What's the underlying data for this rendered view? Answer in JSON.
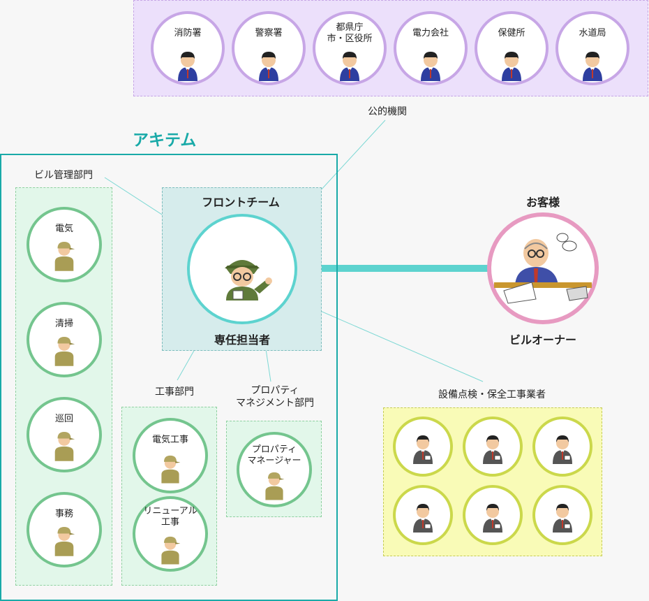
{
  "public_orgs": {
    "label": "公的機関",
    "members": [
      {
        "name": "消防署"
      },
      {
        "name": "警察署"
      },
      {
        "name": "都県庁\n市・区役所"
      },
      {
        "name": "電力会社"
      },
      {
        "name": "保健所"
      },
      {
        "name": "水道局"
      }
    ]
  },
  "company": {
    "name": "アキテム"
  },
  "building_mgmt": {
    "label": "ビル管理部門",
    "members": [
      {
        "name": "電気"
      },
      {
        "name": "清掃"
      },
      {
        "name": "巡回"
      },
      {
        "name": "事務"
      }
    ]
  },
  "front_team": {
    "label": "フロントチーム",
    "person_label": "専任担当者"
  },
  "construction": {
    "label": "工事部門",
    "members": [
      {
        "name": "電気工事"
      },
      {
        "name": "リニューアル\n工事"
      }
    ]
  },
  "property_mgmt": {
    "label": "プロパティ\nマネジメント部門",
    "members": [
      {
        "name": "プロパティ\nマネージャー"
      }
    ]
  },
  "customer": {
    "label": "お客様",
    "person_label": "ビルオーナー"
  },
  "contractors": {
    "label": "設備点検・保全工事業者",
    "count": 6
  },
  "colors": {
    "public_bg": "#ece0fb",
    "public_border": "#c7a6e6",
    "company_title": "#19aaa8",
    "company_border": "#19aaa8",
    "green_bg": "#e2f7ea",
    "green_circle": "#74c58e",
    "front_bg": "#d6ecec",
    "front_circle": "#5dd3cf",
    "owner_circle": "#e79ac1",
    "yellow_bg": "#f9fbb7",
    "yellow_circle": "#cbd84b",
    "connector": "#5dd3cf"
  }
}
